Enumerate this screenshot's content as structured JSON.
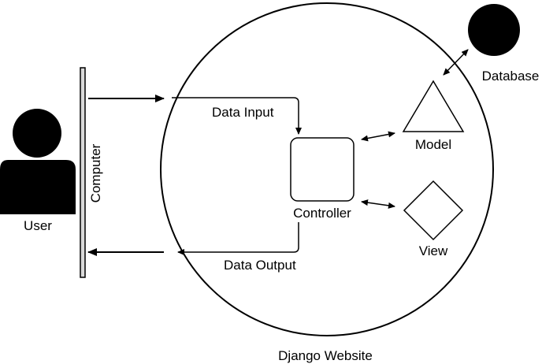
{
  "labels": {
    "user": "User",
    "computer": "Computer",
    "data_input": "Data Input",
    "data_output": "Data Output",
    "controller": "Controller",
    "model": "Model",
    "view": "View",
    "database": "Database",
    "website": "Django Website"
  },
  "colors": {
    "stroke": "#000000",
    "fill_dark": "#000000",
    "computer_bar": "#d9d9d9",
    "background": "#ffffff"
  },
  "icons": {
    "user": "user-icon",
    "database": "database-icon",
    "model": "triangle-icon",
    "view": "diamond-icon",
    "controller": "rounded-square-icon"
  }
}
